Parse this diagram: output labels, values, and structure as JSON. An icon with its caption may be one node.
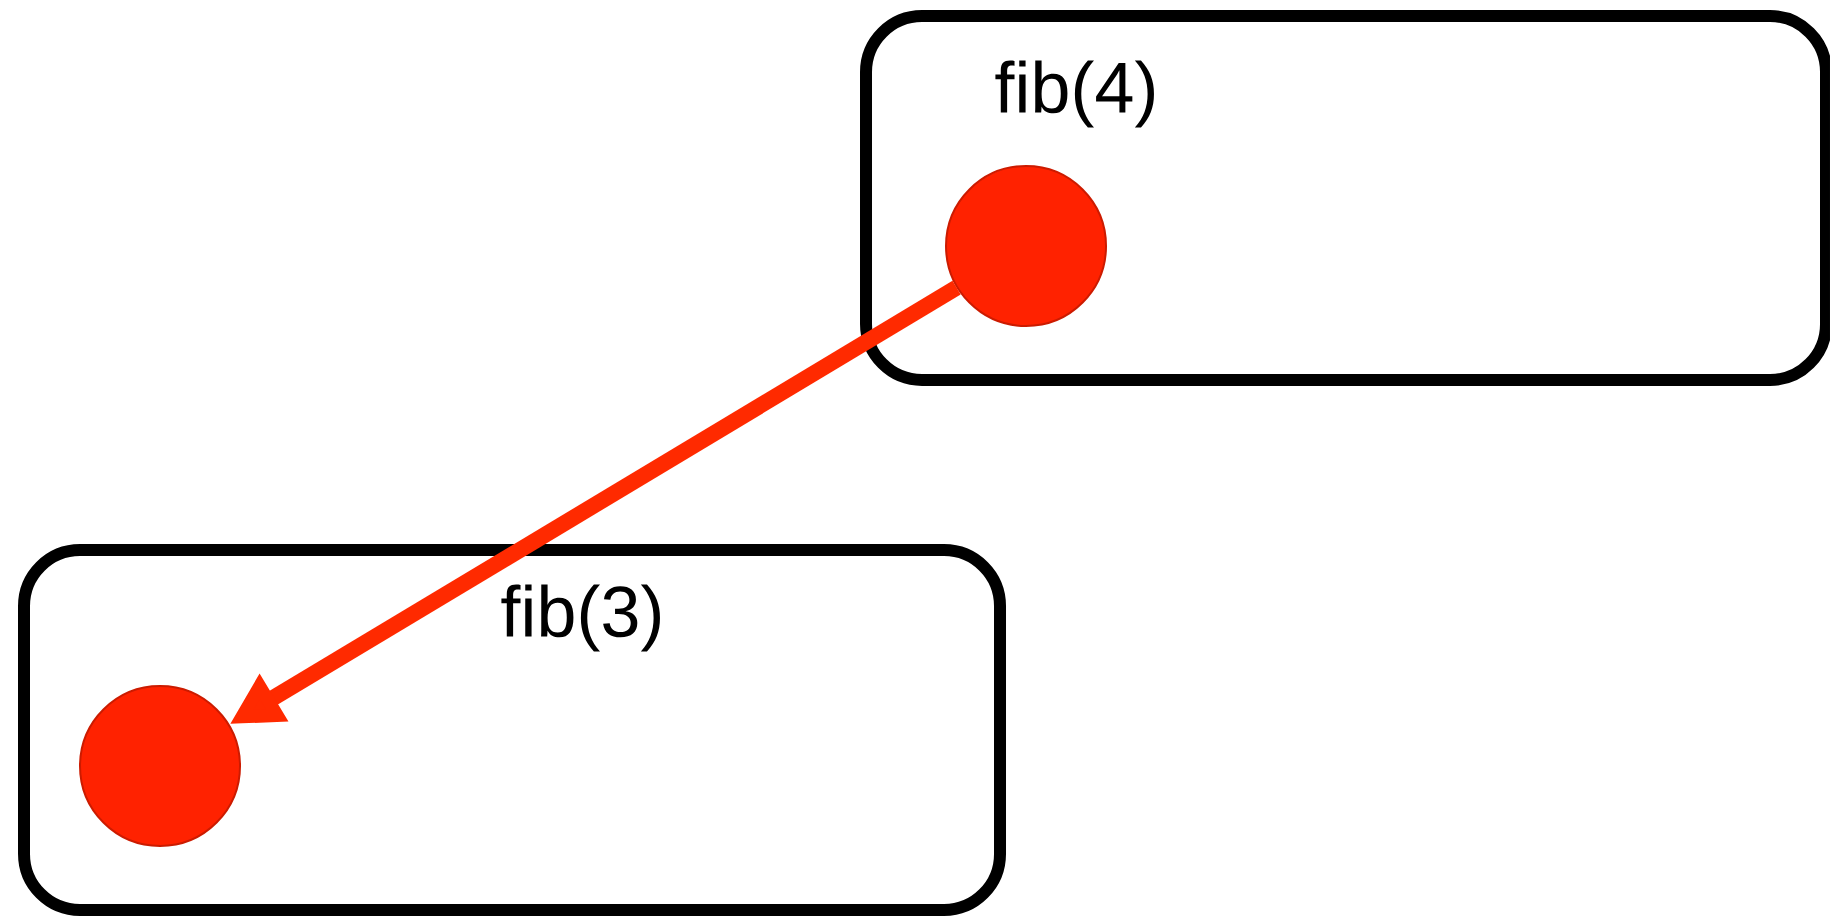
{
  "diagram": {
    "nodes": [
      {
        "text": [
          "fib(4)"
        ]
      },
      {
        "text": [],
        "shape": "circle",
        "in": 0
      },
      {
        "text": [
          "fib(3)"
        ]
      },
      {
        "text": [],
        "shape": "circle",
        "in": 2
      }
    ],
    "edges": [
      {
        "from": 1,
        "to": 3,
        "arrow": "to"
      }
    ]
  }
}
